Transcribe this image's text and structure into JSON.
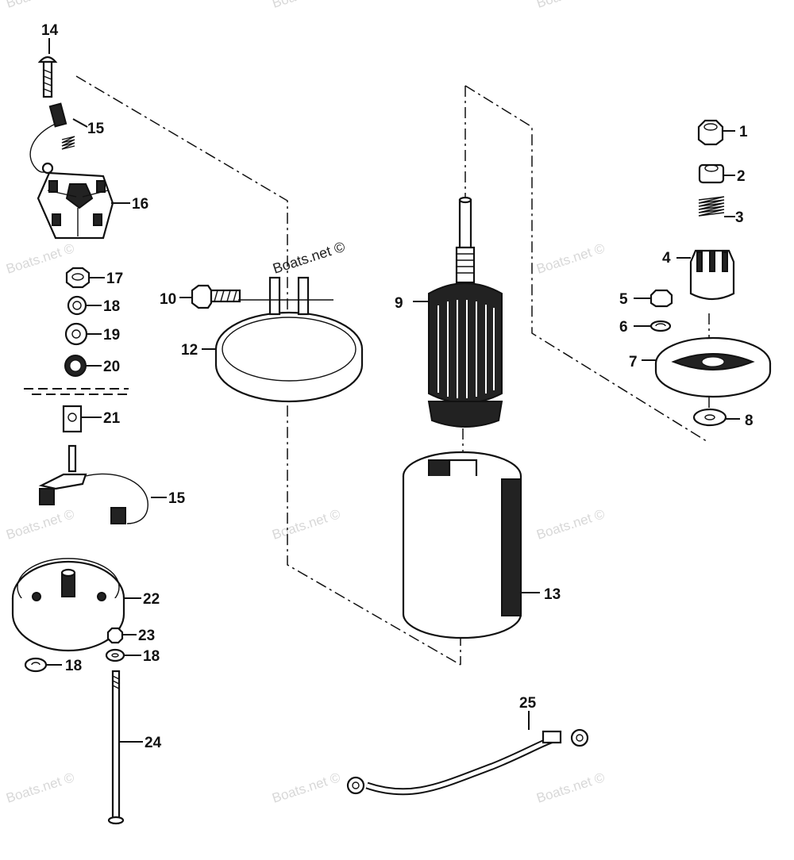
{
  "watermark": "Boats.net ©",
  "watermark_main": "Boats.net ©",
  "callouts": {
    "c1": "1",
    "c2": "2",
    "c3": "3",
    "c4": "4",
    "c5": "5",
    "c6": "6",
    "c7": "7",
    "c8": "8",
    "c9": "9",
    "c10": "10",
    "c12": "12",
    "c13": "13",
    "c14": "14",
    "c15a": "15",
    "c15b": "15",
    "c16": "16",
    "c17": "17",
    "c18a": "18",
    "c18b": "18",
    "c18c": "18",
    "c19": "19",
    "c20": "20",
    "c21": "21",
    "c22": "22",
    "c23": "23",
    "c24": "24",
    "c25": "25"
  }
}
